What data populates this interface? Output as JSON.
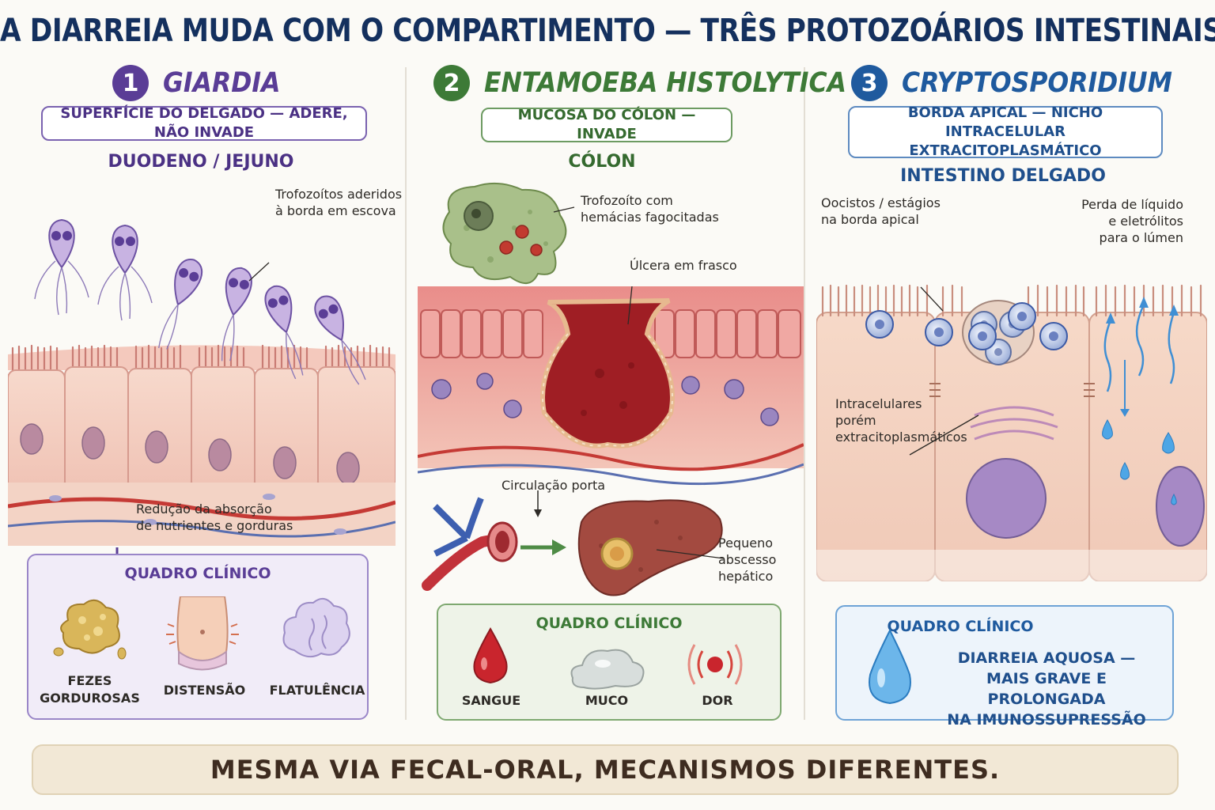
{
  "title": "A DIARREIA MUDA COM O COMPARTIMENTO — TRÊS PROTOZOÁRIOS INTESTINAIS",
  "footer": "MESMA VIA FECAL-ORAL, MECANISMOS DIFERENTES.",
  "panels": [
    {
      "number": "1",
      "organism": "GIARDIA",
      "tag": "SUPERFÍCIE DO DELGADO — ADERE, NÃO INVADE",
      "location": "DUODENO / JEJUNO",
      "labels": {
        "trophozoites": "Trofozoítos aderidos\nà borda em escova",
        "absorption": "Redução da absorção\nde nutrientes e gorduras"
      },
      "clinical_title": "QUADRO CLÍNICO",
      "symptoms": [
        "FEZES\nGORDUROSAS",
        "DISTENSÃO",
        "FLATULÊNCIA"
      ],
      "color": "#5a3d96"
    },
    {
      "number": "2",
      "organism": "ENTAMOEBA",
      "organism_italic": "HISTOLYTICA",
      "tag": "MUCOSA DO CÓLON — INVADE",
      "location": "CÓLON",
      "labels": {
        "trophozoite": "Trofozoíto com\nhemácias fagocitadas",
        "ulcer": "Úlcera em frasco",
        "portal": "Circulação porta",
        "abscess": "Pequeno\nabscesso\nhepático"
      },
      "clinical_title": "QUADRO CLÍNICO",
      "symptoms": [
        "SANGUE",
        "MUCO",
        "DOR"
      ],
      "color": "#3d7a37"
    },
    {
      "number": "3",
      "organism": "CRYPTOSPORIDIUM",
      "tag": "BORDA APICAL — NICHO INTRACELULAR\nEXTRACITOPLASMÁTICO",
      "location": "INTESTINO DELGADO",
      "labels": {
        "oocysts": "Oocistos / estágios\nna borda apical",
        "fluid": "Perda de líquido\ne eletrólitos\npara o lúmen",
        "intracellular": "Intracelulares\nporém\nextracitoplasmáticos"
      },
      "clinical_title": "QUADRO CLÍNICO",
      "symptoms": [
        "DIARREIA AQUOSA —\nMAIS GRAVE E PROLONGADA\nNA IMUNOSSUPRESSÃO"
      ],
      "color": "#1f5a9e"
    }
  ]
}
